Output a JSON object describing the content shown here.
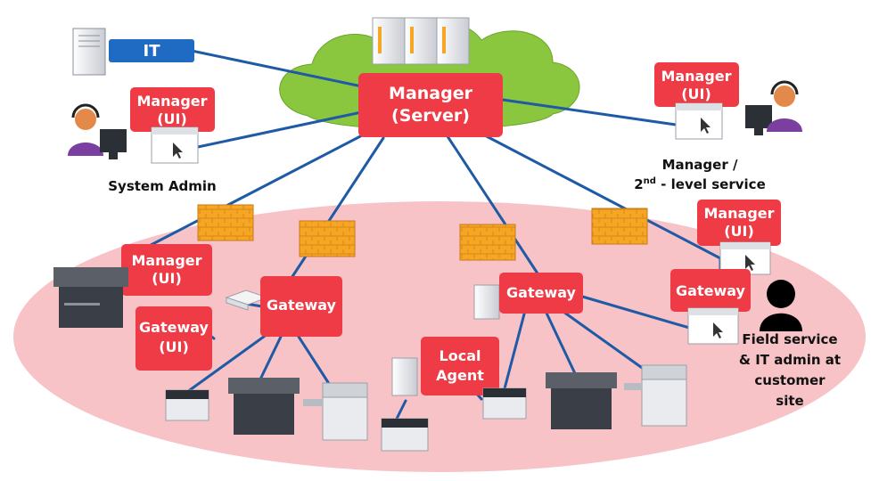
{
  "colors": {
    "box_red": "#ee3b46",
    "line_blue": "#1f5aa6",
    "cloud_green": "#8bc63f",
    "zone_pink": "#f7c3c7",
    "firewall_orange": "#f5a623",
    "it_blue": "#1f6bc4"
  },
  "labels": {
    "it": "IT",
    "manager_server": [
      "Manager",
      "(Server)"
    ],
    "manager_ui_left": [
      "Manager",
      "(UI)"
    ],
    "manager_ui_right": [
      "Manager",
      "(UI)"
    ],
    "manager_ui_zone_left": [
      "Manager",
      "(UI)"
    ],
    "manager_ui_zone_right": [
      "Manager",
      "(UI)"
    ],
    "system_admin": "System Admin",
    "second_level_service": [
      "Manager /",
      "2",
      "nd",
      " - level service"
    ],
    "gateway_ui": [
      "Gateway",
      "(UI)"
    ],
    "gateway_center_left": "Gateway",
    "gateway_center_right": "Gateway",
    "gateway_right": "Gateway",
    "local_agent": [
      "Local",
      "Agent"
    ],
    "field_service": [
      "Field service",
      "& IT admin at",
      "customer",
      "site"
    ]
  },
  "icons": {
    "server_rack": "server-icon",
    "person_headset": "person-headset-icon",
    "monitor": "monitor-icon",
    "browser_window": "browser-window-icon",
    "firewall": "firewall-icon",
    "printer": "printer-icon",
    "mfp": "multifunction-printer-icon",
    "silhouette": "person-silhouette-icon"
  }
}
